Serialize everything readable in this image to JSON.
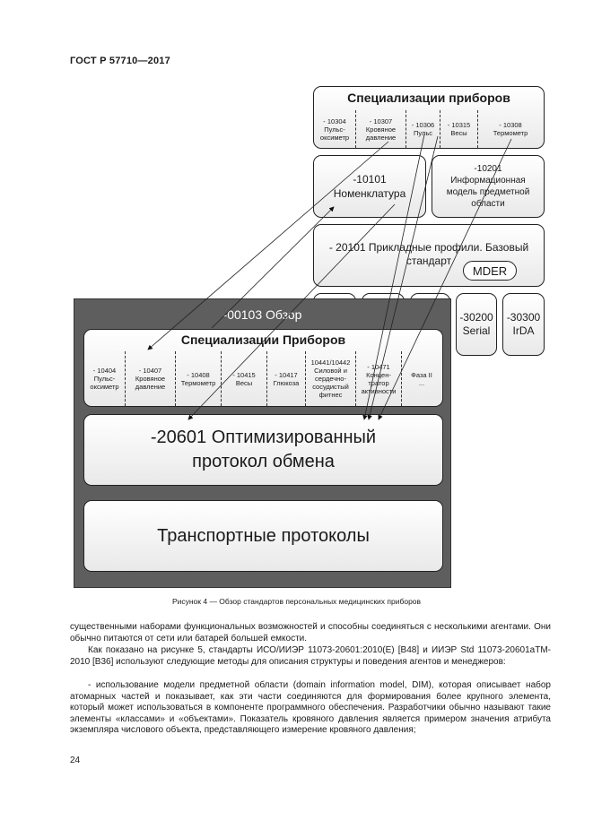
{
  "header": {
    "standard": "ГОСТ Р 57710—2017"
  },
  "figure": {
    "top_spec": {
      "title": "Специализации приборов",
      "items": [
        {
          "code": "- 10304",
          "name": "Пульс-оксиметр"
        },
        {
          "code": "- 10307",
          "name": "Кровяное давление"
        },
        {
          "code": "- 10306",
          "name": "Пульс"
        },
        {
          "code": "- 10315",
          "name": "Весы"
        },
        {
          "code": "- 10308",
          "name": "Термометр"
        }
      ]
    },
    "nomenclature": {
      "code": "-10101",
      "label": "Номенклатура"
    },
    "info_model": {
      "code": "-10201",
      "label": "Информационная модель предметной области"
    },
    "profiles": {
      "label": "- 20101 Прикладные профили. Базовый стандарт",
      "badge": "MDER"
    },
    "transports": [
      {
        "code": "-30200",
        "label": "Serial"
      },
      {
        "code": "-30300",
        "label": "IrDA"
      }
    ],
    "overview": {
      "title": "-00103 Обзор",
      "spec": {
        "title": "Специализации Приборов",
        "items": [
          {
            "code": "- 10404",
            "name": "Пульс-оксиметр"
          },
          {
            "code": "- 10407",
            "name": "Кровяное давление"
          },
          {
            "code": "- 10408",
            "name": "Термометр"
          },
          {
            "code": "- 10415",
            "name": "Весы"
          },
          {
            "code": "- 10417",
            "name": "Глюкоза"
          },
          {
            "code": "10441/10442",
            "name": "Силовой и сердечно-сосудистый фитнес"
          },
          {
            "code": "- 10471",
            "name": "Концен-тратор активности"
          },
          {
            "code": "Фаза II",
            "name": "..."
          }
        ]
      },
      "protocol": {
        "label": "-20601 Оптимизированный протокол обмена"
      },
      "transport": {
        "label": "Транспортные протоколы"
      }
    }
  },
  "caption": "Рисунок 4 — Обзор стандартов персональных медицинских приборов",
  "body": {
    "p1": "существенными наборами функциональных возможностей и способны соединяться с несколькими агентами. Они обычно питаются от сети или батарей большей емкости.",
    "p2": "Как показано на рисунке 5, стандарты ИСО/ИИЭР 11073-20601:2010(E) [B48] и ИИЭР Std 11073-20601aTM-2010 [B36] используют следующие методы для описания структуры и поведения агентов и менеджеров:",
    "p3": "- использование модели предметной области (domain information model, DIM), которая описывает набор атомарных частей и показывает, как эти части соединяются для формирования более крупного элемента, который может использоваться в компоненте программного обеспечения. Разработчики обычно называют такие элементы «классами» и «объектами». Показатель кровяного давления является примером значения атрибута экземпляра числового объекта, представляющего измерение кровяного давления;"
  },
  "page_number": "24"
}
